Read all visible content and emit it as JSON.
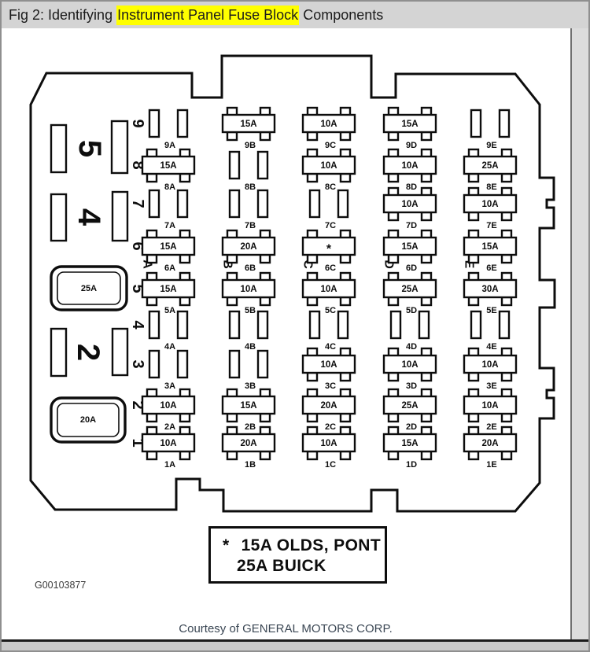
{
  "header": {
    "prefix": "Fig 2: Identifying ",
    "highlight": "Instrument Panel Fuse Block",
    "suffix": " Components"
  },
  "diagram": {
    "row_numbers": [
      "9",
      "8",
      "7",
      "6",
      "5",
      "4",
      "3",
      "2",
      "1"
    ],
    "left_panel": {
      "connector_groups": [
        {
          "number": "5"
        },
        {
          "number": "4"
        },
        {
          "number": "2"
        }
      ],
      "breakers": [
        {
          "amp": "25A"
        },
        {
          "amp": "20A"
        }
      ]
    },
    "columns": [
      {
        "letter": "A",
        "cells": [
          {
            "id": "9A",
            "kind": "slots"
          },
          {
            "id": "8A",
            "kind": "fuse",
            "amp": "15A"
          },
          {
            "id": "7A",
            "kind": "slots"
          },
          {
            "id": "6A",
            "kind": "fuse",
            "amp": "15A"
          },
          {
            "id": "5A",
            "kind": "fuse",
            "amp": "15A"
          },
          {
            "id": "4A",
            "kind": "slots"
          },
          {
            "id": "3A",
            "kind": "slots"
          },
          {
            "id": "2A",
            "kind": "fuse",
            "amp": "10A"
          },
          {
            "id": "1A",
            "kind": "fuse",
            "amp": "10A"
          }
        ]
      },
      {
        "letter": "B",
        "cells": [
          {
            "id": "9B",
            "kind": "fuse",
            "amp": "15A"
          },
          {
            "id": "8B",
            "kind": "slots"
          },
          {
            "id": "7B",
            "kind": "slots"
          },
          {
            "id": "6B",
            "kind": "fuse",
            "amp": "20A"
          },
          {
            "id": "5B",
            "kind": "fuse",
            "amp": "10A"
          },
          {
            "id": "4B",
            "kind": "slots"
          },
          {
            "id": "3B",
            "kind": "slots"
          },
          {
            "id": "2B",
            "kind": "fuse",
            "amp": "15A"
          },
          {
            "id": "1B",
            "kind": "fuse",
            "amp": "20A"
          }
        ]
      },
      {
        "letter": "C",
        "cells": [
          {
            "id": "9C",
            "kind": "fuse",
            "amp": "10A"
          },
          {
            "id": "8C",
            "kind": "fuse",
            "amp": "10A"
          },
          {
            "id": "7C",
            "kind": "slots"
          },
          {
            "id": "6C",
            "kind": "fuse",
            "amp": "*"
          },
          {
            "id": "5C",
            "kind": "fuse",
            "amp": "10A"
          },
          {
            "id": "4C",
            "kind": "slots"
          },
          {
            "id": "3C",
            "kind": "fuse",
            "amp": "10A"
          },
          {
            "id": "2C",
            "kind": "fuse",
            "amp": "20A"
          },
          {
            "id": "1C",
            "kind": "fuse",
            "amp": "10A"
          }
        ]
      },
      {
        "letter": "D",
        "cells": [
          {
            "id": "9D",
            "kind": "fuse",
            "amp": "15A"
          },
          {
            "id": "8D",
            "kind": "fuse",
            "amp": "10A"
          },
          {
            "id": "7D",
            "kind": "fuse",
            "amp": "10A"
          },
          {
            "id": "6D",
            "kind": "fuse",
            "amp": "15A"
          },
          {
            "id": "5D",
            "kind": "fuse",
            "amp": "25A"
          },
          {
            "id": "4D",
            "kind": "slots"
          },
          {
            "id": "3D",
            "kind": "fuse",
            "amp": "10A"
          },
          {
            "id": "2D",
            "kind": "fuse",
            "amp": "25A"
          },
          {
            "id": "1D",
            "kind": "fuse",
            "amp": "15A"
          }
        ]
      },
      {
        "letter": "E",
        "cells": [
          {
            "id": "9E",
            "kind": "slots"
          },
          {
            "id": "8E",
            "kind": "fuse",
            "amp": "25A"
          },
          {
            "id": "7E",
            "kind": "fuse",
            "amp": "10A"
          },
          {
            "id": "6E",
            "kind": "fuse",
            "amp": "15A"
          },
          {
            "id": "5E",
            "kind": "fuse",
            "amp": "30A"
          },
          {
            "id": "4E",
            "kind": "slots"
          },
          {
            "id": "3E",
            "kind": "fuse",
            "amp": "10A"
          },
          {
            "id": "2E",
            "kind": "fuse",
            "amp": "10A"
          },
          {
            "id": "1E",
            "kind": "fuse",
            "amp": "20A"
          }
        ]
      }
    ]
  },
  "note_box": {
    "marker": "*",
    "line1": "15A OLDS, PONT",
    "line2": "25A BUICK"
  },
  "figure_code": "G00103877",
  "footer": {
    "credit": "Courtesy of GENERAL MOTORS CORP."
  },
  "colors": {
    "highlight": "#ffff00",
    "titlebar": "#d4d4d4",
    "ink": "#0d0d0d",
    "credit_text": "#3b4754"
  }
}
